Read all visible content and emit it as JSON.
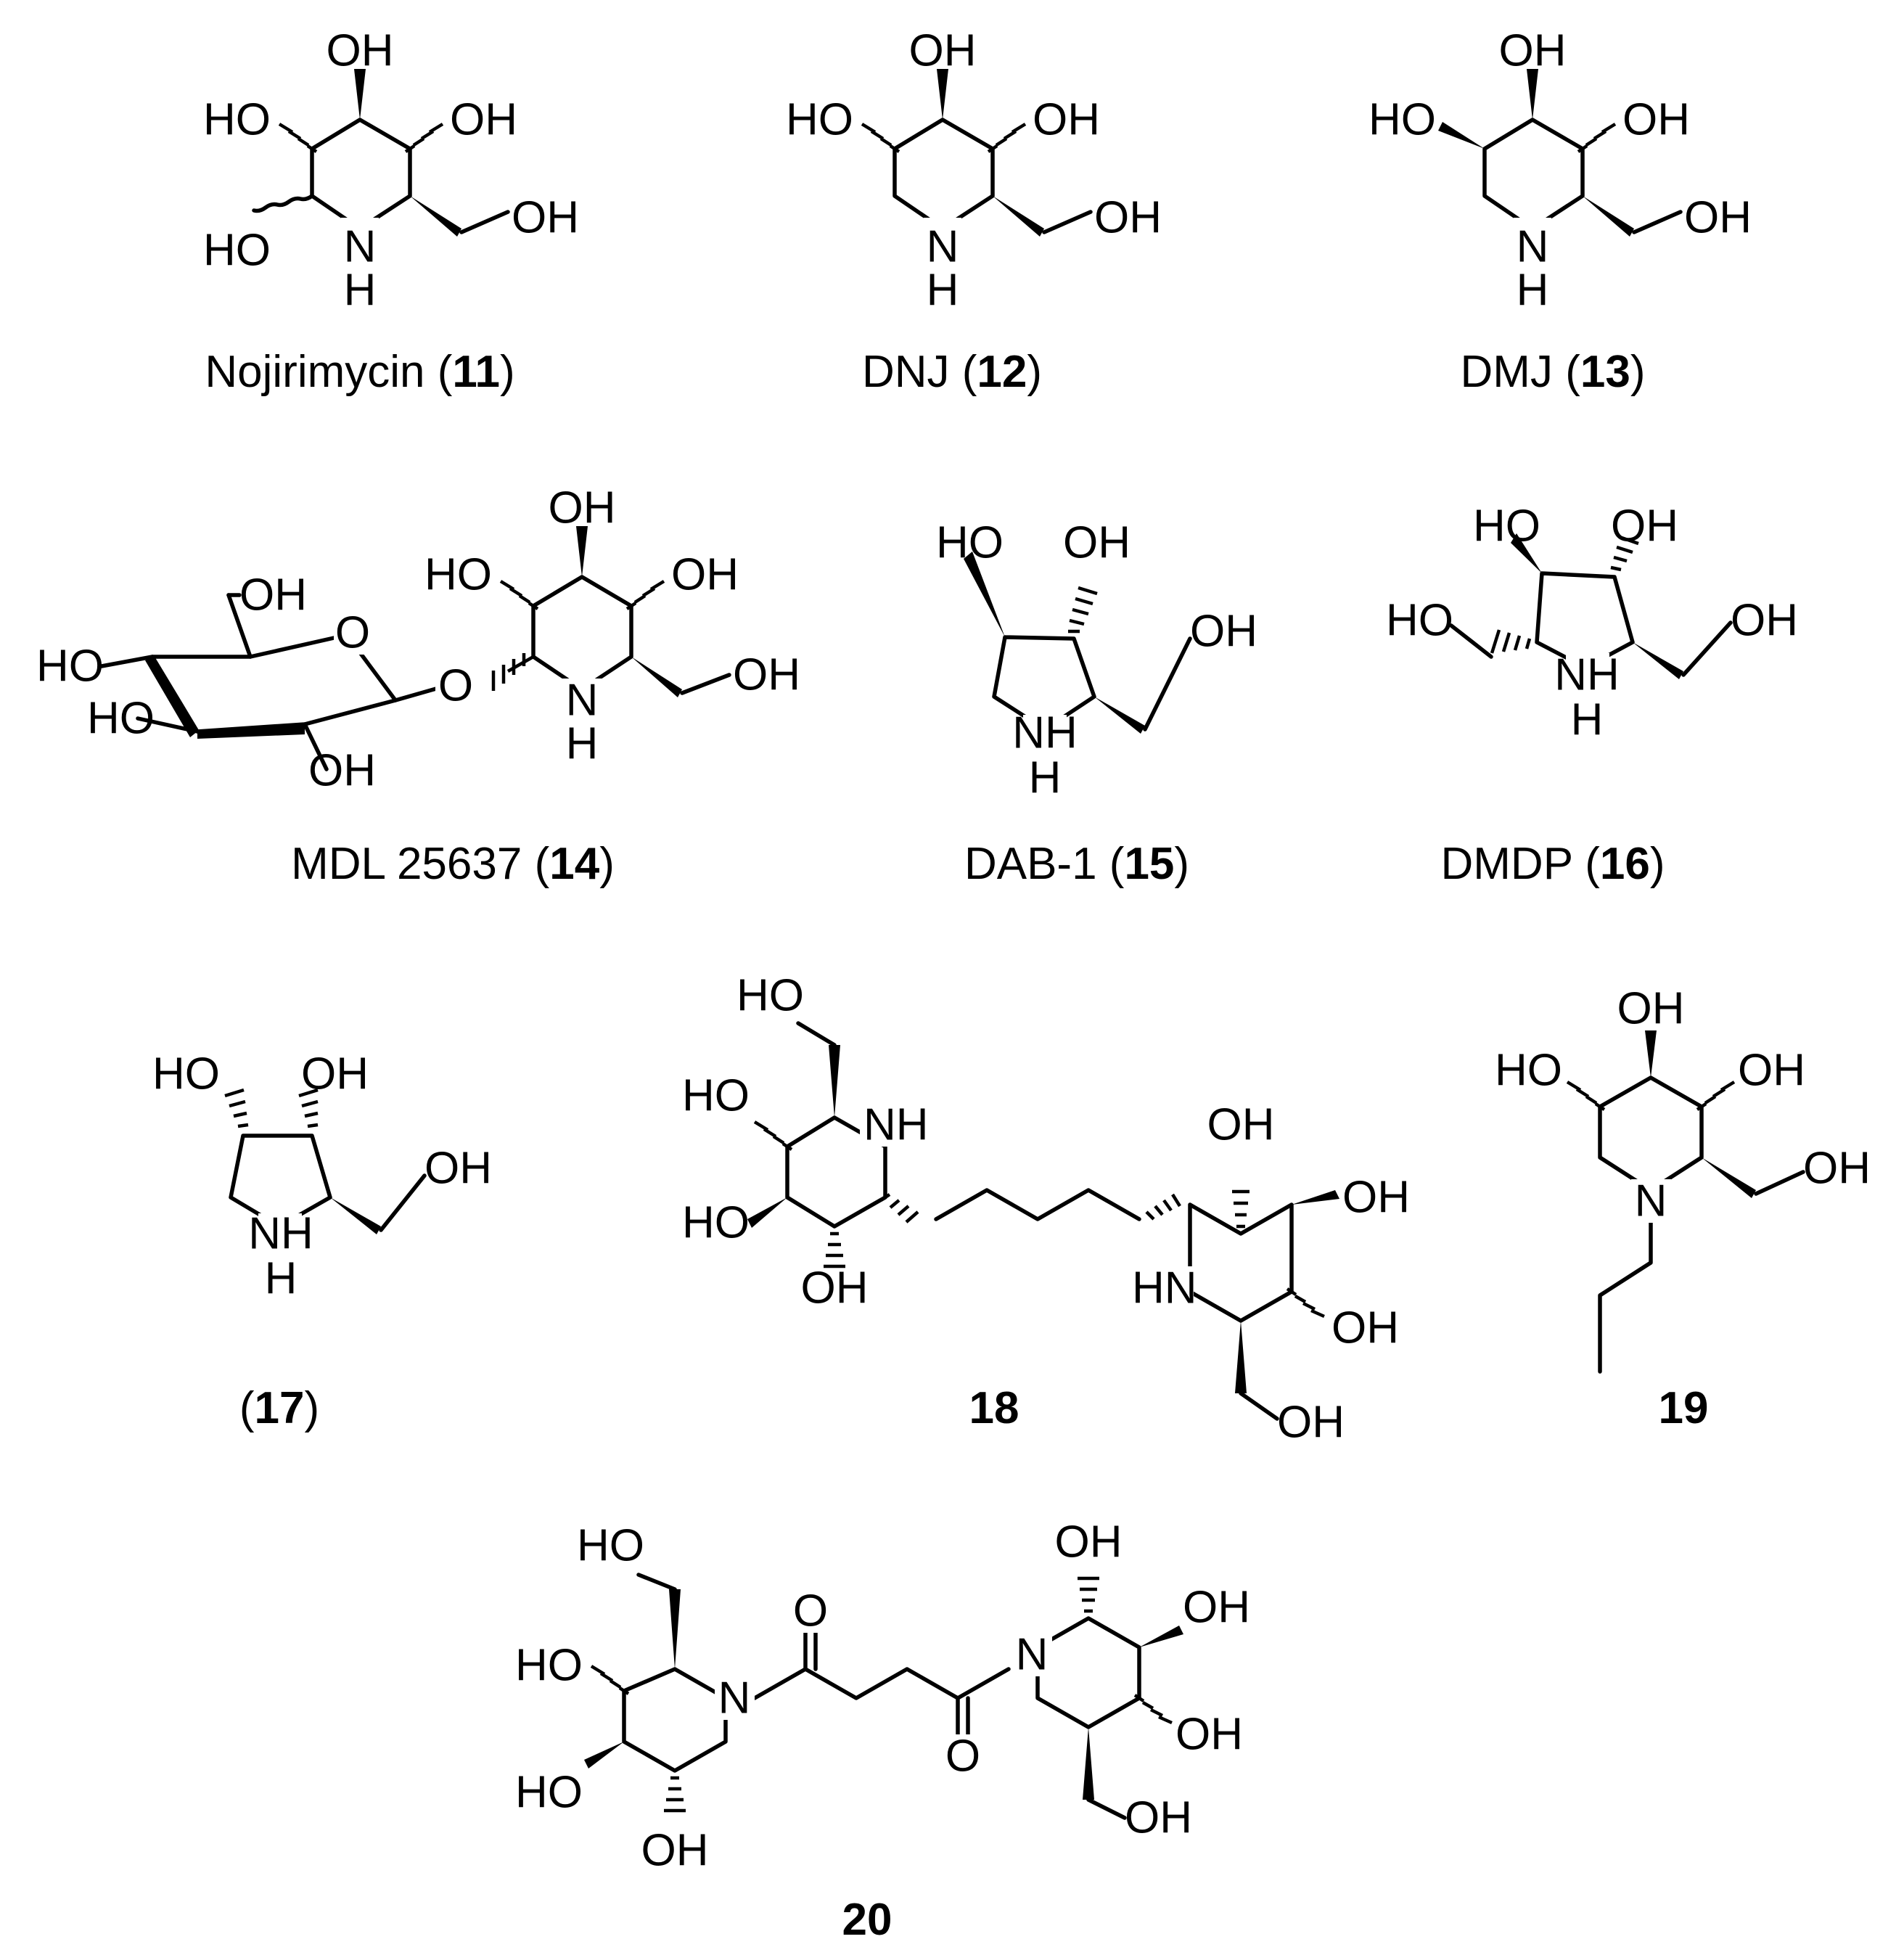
{
  "figure": {
    "compounds": [
      {
        "id": "c11",
        "caption": {
          "name": "Nojirimycin",
          "number": "11"
        }
      },
      {
        "id": "c12",
        "caption": {
          "name": "DNJ",
          "number": "12"
        }
      },
      {
        "id": "c13",
        "caption": {
          "name": "DMJ",
          "number": "13"
        }
      },
      {
        "id": "c14",
        "caption": {
          "name": "MDL 25637",
          "number": "14"
        }
      },
      {
        "id": "c15",
        "caption": {
          "name": "DAB-1",
          "number": "15"
        }
      },
      {
        "id": "c16",
        "caption": {
          "name": "DMDP",
          "number": "16"
        }
      },
      {
        "id": "c17",
        "caption": {
          "name": "",
          "number": "17"
        }
      },
      {
        "id": "c18",
        "caption": {
          "name": "",
          "number": "18"
        }
      },
      {
        "id": "c19",
        "caption": {
          "name": "",
          "number": "19"
        }
      },
      {
        "id": "c20",
        "caption": {
          "name": "",
          "number": "20"
        }
      }
    ],
    "atoms": {
      "hydroxyl": "OH",
      "hydroxyl_left": "HO",
      "amine": "NH",
      "amine_left": "HN",
      "nitrogen": "N",
      "hydrogen": "H",
      "oxygen": "O"
    },
    "punctuation": {
      "open": "(",
      "close": ")"
    }
  }
}
